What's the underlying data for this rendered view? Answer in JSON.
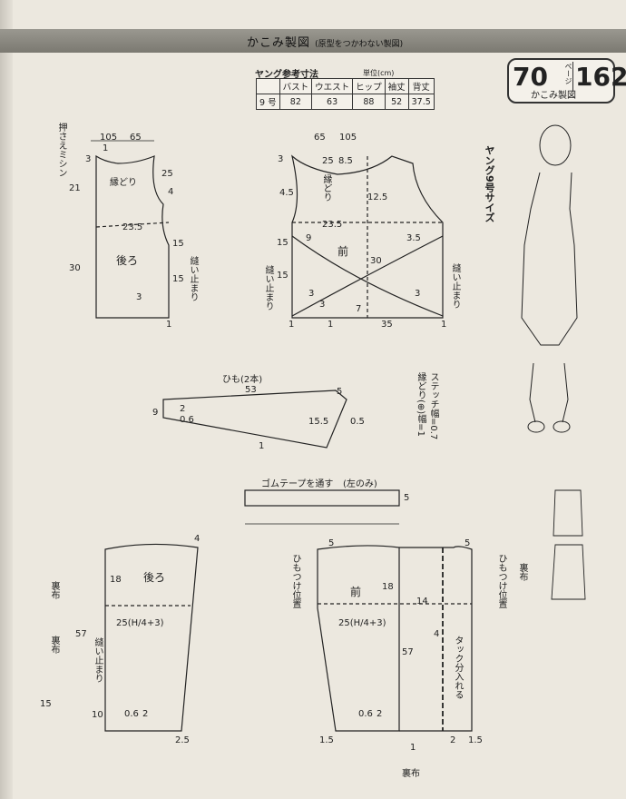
{
  "header": {
    "title": "かこみ製図",
    "subtitle": "(原型をつかわない製図)"
  },
  "badge": {
    "number_left": "70",
    "page_word": "ページ",
    "number_right": "162",
    "caption": "かこみ製図"
  },
  "size_table": {
    "title": "ヤング参考寸法",
    "unit": "単位(cm)",
    "headers": [
      "",
      "バスト",
      "ウエスト",
      "ヒップ",
      "袖丈",
      "背丈"
    ],
    "rows": [
      [
        "9 号",
        "82",
        "63",
        "88",
        "52",
        "37.5"
      ]
    ]
  },
  "model_label": "ヤング9号サイズ",
  "top_back": {
    "side_note": "押さえミシン",
    "name": "後ろ",
    "labels": {
      "w1": "105",
      "w2": "65",
      "n1": "1",
      "n3": "3",
      "n25": "25",
      "n4": "4",
      "fuchidori": "縁どり",
      "h21": "21",
      "w235": "23.5",
      "n15a": "15",
      "n15b": "15",
      "h30": "30",
      "n3b": "3",
      "n1b": "1",
      "stop": "縫い止まり"
    }
  },
  "top_front": {
    "name": "前",
    "labels": {
      "w65": "65",
      "w105": "105",
      "n3": "3",
      "n25": "25",
      "n85": "8.5",
      "n45": "4.5",
      "n125": "12.5",
      "fuchidori": "縁どり",
      "w235": "23.5",
      "n15a": "15",
      "n9": "9",
      "n35": "3.5",
      "n30": "30",
      "n15b": "15",
      "stop1": "縫い止まり",
      "stop2": "縫い止まり",
      "n3a": "3",
      "n3b": "3",
      "n3c": "3",
      "n7": "7",
      "n1a": "1",
      "n1b": "1",
      "n1c": "1",
      "w35": "35"
    }
  },
  "himo": {
    "title": "ひも(2本)",
    "w53": "53",
    "n5": "5",
    "n9": "9",
    "n2": "2",
    "n06": "0.6",
    "n155": "15.5",
    "n05": "0.5",
    "n1": "1"
  },
  "stitch_note": {
    "line1": "ステッチ幅=0.7",
    "line2": "縁どり(⊕)幅=1"
  },
  "gomu": {
    "label": "ゴムテープを通す",
    "note": "(左のみ)",
    "n5": "5"
  },
  "skirt_back": {
    "name": "後ろ",
    "labels": {
      "n18": "18",
      "n4": "4",
      "hip": "25(H/4+3)",
      "h57": "57",
      "stop": "縫い止まり",
      "n10": "10",
      "n06": "0.6",
      "n2": "2",
      "n25": "2.5",
      "ura1": "裏布",
      "ura2": "裏布",
      "n15": "15"
    }
  },
  "skirt_front": {
    "name": "前",
    "labels": {
      "n5a": "5",
      "n5b": "5",
      "n18": "18",
      "n14": "14",
      "hip": "25(H/4+3)",
      "n4": "4",
      "h57": "57",
      "n06": "0.6",
      "n2a": "2",
      "n2b": "2",
      "n1": "1",
      "n15a": "1.5",
      "n15b": "1.5",
      "tuck": "タック分入れる",
      "himo1": "ひもつけ位置",
      "himo2": "ひもつけ位置",
      "ura": "裏布",
      "ura2": "裏布"
    }
  }
}
